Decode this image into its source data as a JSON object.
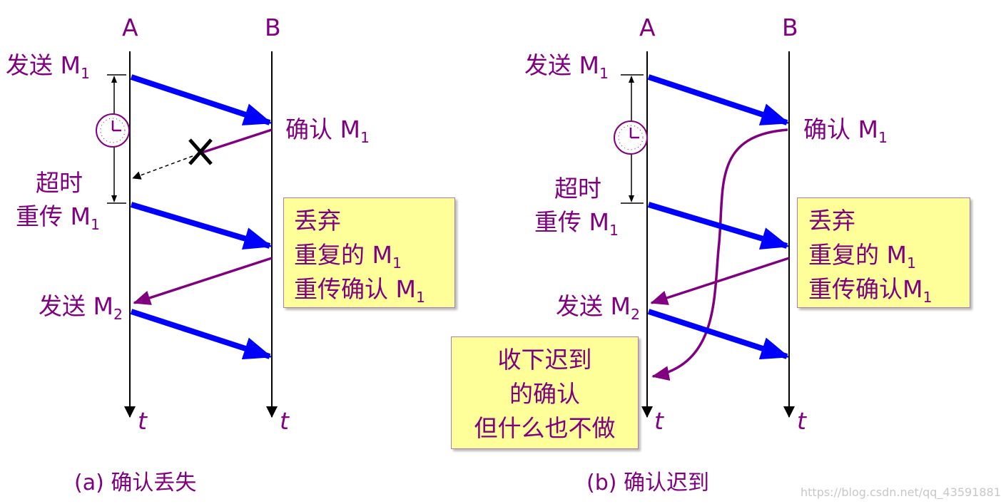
{
  "diagram_a": {
    "node_a": "A",
    "node_b": "B",
    "send_m1": "发送 M",
    "send_m1_sub": "1",
    "ack_m1": "确认 M",
    "ack_m1_sub": "1",
    "timeout": "超时",
    "resend_m1": "重传 M",
    "resend_m1_sub": "1",
    "send_m2": "发送 M",
    "send_m2_sub": "2",
    "box_line1": "丢弃",
    "box_line2": "重复的 M",
    "box_line2_sub": "1",
    "box_line3": "重传确认 M",
    "box_line3_sub": "1",
    "time_label": "t",
    "caption": "(a) 确认丢失"
  },
  "diagram_b": {
    "node_a": "A",
    "node_b": "B",
    "send_m1": "发送 M",
    "send_m1_sub": "1",
    "ack_m1": "确认 M",
    "ack_m1_sub": "1",
    "timeout": "超时",
    "resend_m1": "重传 M",
    "resend_m1_sub": "1",
    "send_m2": "发送 M",
    "send_m2_sub": "2",
    "box_line1": "丢弃",
    "box_line2": "重复的 M",
    "box_line2_sub": "1",
    "box_line3": "重传确认M",
    "box_line3_sub": "1",
    "late_box_line1": "收下迟到",
    "late_box_line2": "的确认",
    "late_box_line3": "但什么也不做",
    "time_label": "t",
    "caption": "(b) 确认迟到"
  },
  "watermark": "https://blog.csdn.net/qq_43591881",
  "colors": {
    "data_arrow": "#0000ff",
    "ack_arrow": "#800080",
    "text": "#800080",
    "box_fill": "#ffff99"
  }
}
